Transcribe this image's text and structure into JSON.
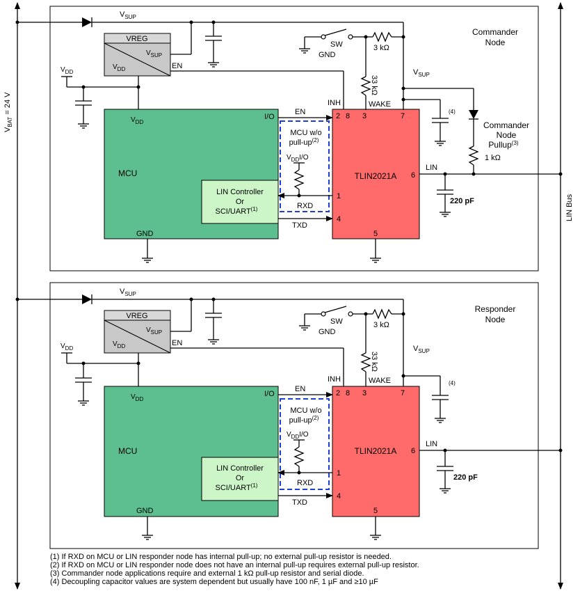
{
  "power": {
    "vbat_prefix": "V",
    "vbat_sub": "BAT",
    "vbat_suffix": " = 24 V",
    "v": "V",
    "sup": "SUP",
    "dd": "DD"
  },
  "bus_label": "LIN Bus",
  "nodes": [
    {
      "title_line1": "Commander",
      "title_line2": "Node",
      "vreg": "VREG",
      "en": "EN",
      "mcu": "MCU",
      "gnd_mcu": "GND",
      "io": "I/O",
      "lin_ctrl_line1": "LIN Controller",
      "lin_ctrl_line2": "Or",
      "lin_ctrl_line3": "SCI/UART",
      "lin_ctrl_note": "(1)",
      "mcu_wo_line1": "MCU w/o",
      "mcu_wo_line2": "pull-up",
      "mcu_wo_note": "(2)",
      "vdd_io": "I/O",
      "rxd": "RXD",
      "txd": "TXD",
      "inh": "INH",
      "wake": "WAKE",
      "chip": "TLIN2021A",
      "pins": [
        "2",
        "8",
        "3",
        "7",
        "6",
        "1",
        "4",
        "5"
      ],
      "sw": "SW",
      "gnd": "GND",
      "r_top": "3 kΩ",
      "r_wake": "33 kΩ",
      "cap_note": "(4)",
      "lin": "LIN",
      "cap_lin": "220 pF",
      "pullup_line1": "Commander",
      "pullup_line2": "Node",
      "pullup_line3": "Pullup",
      "pullup_note": "(3)",
      "r_pullup": "1 kΩ"
    },
    {
      "title_line1": "Responder",
      "title_line2": "Node",
      "vreg": "VREG",
      "en": "EN",
      "mcu": "MCU",
      "gnd_mcu": "GND",
      "io": "I/O",
      "lin_ctrl_line1": "LIN Controller",
      "lin_ctrl_line2": "Or",
      "lin_ctrl_line3": "SCI/UART",
      "lin_ctrl_note": "(1)",
      "mcu_wo_line1": "MCU w/o",
      "mcu_wo_line2": "pull-up",
      "mcu_wo_note": "(2)",
      "vdd_io": "I/O",
      "rxd": "RXD",
      "txd": "TXD",
      "inh": "INH",
      "wake": "WAKE",
      "chip": "TLIN2021A",
      "pins": [
        "2",
        "8",
        "3",
        "7",
        "6",
        "1",
        "4",
        "5"
      ],
      "sw": "SW",
      "gnd": "GND",
      "r_top": "3 kΩ",
      "r_wake": "33 kΩ",
      "cap_note": "(4)",
      "lin": "LIN",
      "cap_lin": "220 pF"
    }
  ],
  "notes": [
    "(1) If RXD on MCU or LIN responder node has internal pull-up; no external pull-up resistor is needed.",
    "(2) If RXD on MCU or LIN responder node does not have an internal pull-up requires external pull-up resistor.",
    "(3) Commander node applications require and external 1 kΩ pull-up resistor and serial diode.",
    "(4) Decoupling capacitor values are system dependent but usually have 100 nF, 1 µF and ≥10 µF"
  ]
}
